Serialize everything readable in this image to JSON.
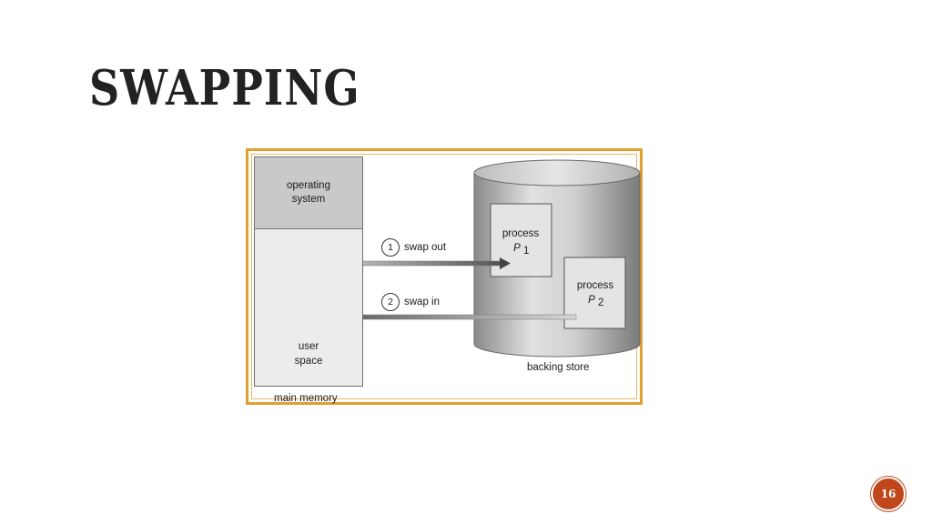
{
  "slide": {
    "title": "SWAPPING",
    "page_number": "16"
  },
  "diagram": {
    "main_memory": {
      "label": "main memory",
      "os_label_line1": "operating",
      "os_label_line2": "system",
      "user_space_line1": "user",
      "user_space_line2": "space"
    },
    "backing_store": {
      "label": "backing store",
      "process1": {
        "label": "process",
        "name": "P",
        "subscript": "1"
      },
      "process2": {
        "label": "process",
        "name": "P",
        "subscript": "2"
      }
    },
    "steps": [
      {
        "number": "1",
        "label": "swap out"
      },
      {
        "number": "2",
        "label": "swap in"
      }
    ]
  },
  "colors": {
    "frame_border": "#e0a030",
    "os_fill": "#c9c9c9",
    "user_space_fill": "#ececec",
    "badge": "#c0471c"
  }
}
